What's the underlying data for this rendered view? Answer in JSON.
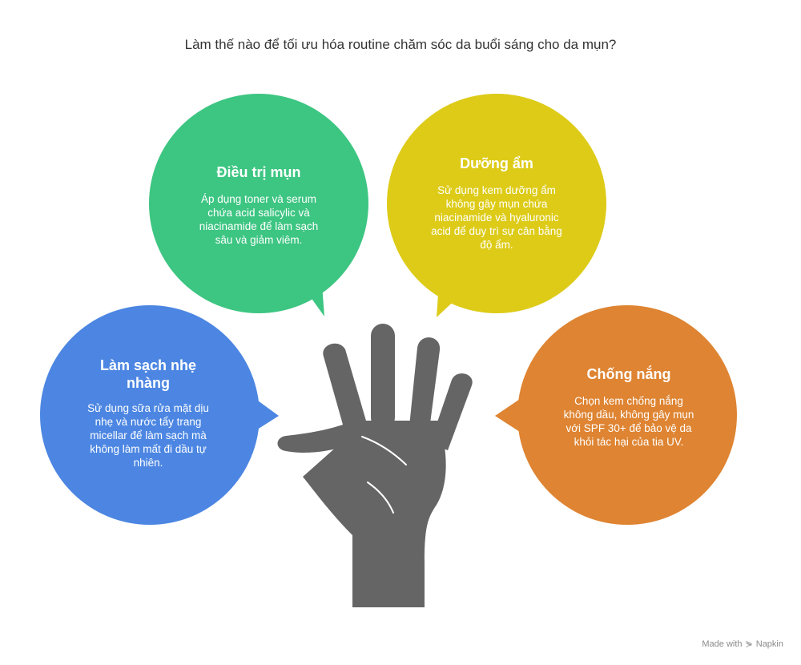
{
  "title": "Làm thế nào để tối ưu hóa routine chăm sóc da buổi sáng cho da mụn?",
  "colors": {
    "green": "#3DC582",
    "yellow": "#DDCB18",
    "blue": "#4C86E2",
    "orange": "#DE8432",
    "hand": "#656565"
  },
  "bubbles": {
    "treatment": {
      "heading": "Điều trị mụn",
      "body": "Áp dụng toner và serum chứa acid salicylic và niacinamide để làm sạch sâu và giảm viêm."
    },
    "moisturize": {
      "heading": "Dưỡng ẩm",
      "body": "Sử dụng kem dưỡng ẩm không gây mụn chứa niacinamide và hyaluronic acid để duy trì sự cân bằng độ ẩm."
    },
    "cleanse": {
      "heading": "Làm sạch nhẹ nhàng",
      "body": "Sử dụng sữa rửa mặt dịu nhẹ và nước tẩy trang micellar để làm sạch mà không làm mất đi dầu tự nhiên."
    },
    "sunscreen": {
      "heading": "Chống nắng",
      "body": "Chọn kem chống nắng không dầu, không gây mụn với SPF 30+ để bảo vệ da khỏi tác hại của tia UV."
    }
  },
  "footer": {
    "made_with": "Made with",
    "brand": "Napkin",
    "icon": "napkin-logo-icon"
  }
}
